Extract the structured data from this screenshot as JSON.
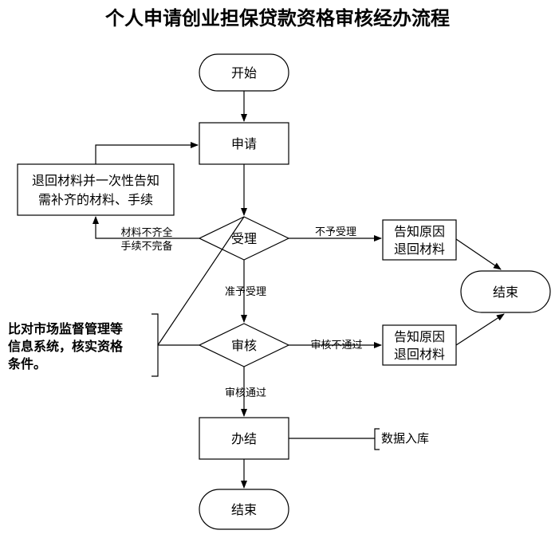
{
  "title": "个人申请创业担保贷款资格审核经办流程",
  "nodes": {
    "start": "开始",
    "apply": "申请",
    "accept": "受理",
    "review": "审核",
    "process": "办结",
    "end_main": "结束",
    "end_side": "结束",
    "notify_1_line1": "告知原因",
    "notify_1_line2": "退回材料",
    "notify_2_line1": "告知原因",
    "notify_2_line2": "退回材料",
    "return_line1": "退回材料并一次性告知",
    "return_line2": "需补齐的材料、手续"
  },
  "edge_labels": {
    "incomplete_line1": "材料不齐全",
    "incomplete_line2": "手续不完备",
    "not_accepted": "不予受理",
    "accepted": "准予受理",
    "not_approved": "审核不通过",
    "approved": "审核通过"
  },
  "annotations": {
    "compare_line1": "比对市场监督管理等",
    "compare_line2": "信息系统，核实资格",
    "compare_line3": "条件。",
    "database": "数据入库"
  }
}
